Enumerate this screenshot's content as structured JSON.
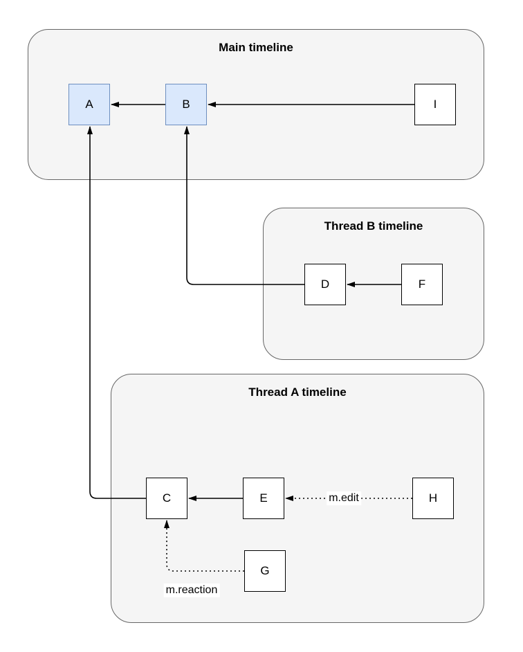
{
  "diagram": {
    "containers": [
      {
        "title": "Main timeline"
      },
      {
        "title": "Thread B timeline"
      },
      {
        "title": "Thread A timeline"
      }
    ],
    "nodes": [
      {
        "label": "A"
      },
      {
        "label": "B"
      },
      {
        "label": "I"
      },
      {
        "label": "D"
      },
      {
        "label": "F"
      },
      {
        "label": "C"
      },
      {
        "label": "E"
      },
      {
        "label": "H"
      },
      {
        "label": "G"
      }
    ],
    "edge_labels": [
      {
        "text": "m.edit"
      },
      {
        "text": "m.reaction"
      }
    ],
    "colors": {
      "container_fill": "#f5f5f5",
      "container_border": "#666666",
      "highlight_node_fill": "#dae8fc",
      "highlight_node_border": "#6c8ebf",
      "node_fill": "#ffffff",
      "node_border": "#000000",
      "edge_color": "#000000"
    }
  }
}
